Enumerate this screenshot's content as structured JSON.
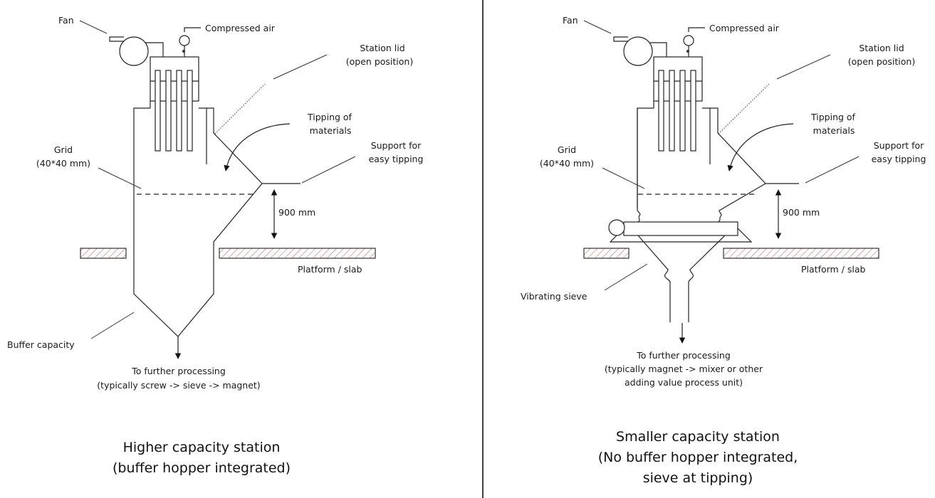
{
  "diagram": {
    "title": "Tipping station comparison",
    "colors": {
      "line": "#222222",
      "hatch": "#c0504d",
      "divider": "#000000"
    },
    "left_station": {
      "caption_line1": "Higher capacity station",
      "caption_line2": "(buffer hopper integrated)",
      "labels": {
        "fan": "Fan",
        "compressed_air": "Compressed air",
        "station_lid_1": "Station lid",
        "station_lid_2": "(open position)",
        "tipping_1": "Tipping of",
        "tipping_2": "materials",
        "support_1": "Support for",
        "support_2": "easy tipping",
        "grid_1": "Grid",
        "grid_2": "(40*40 mm)",
        "height": "900 mm",
        "platform": "Platform / slab",
        "buffer": "Buffer capacity",
        "output_1": "To further processing",
        "output_2": "(typically screw -> sieve -> magnet)"
      }
    },
    "right_station": {
      "caption_line1": "Smaller capacity station",
      "caption_line2": "(No buffer hopper integrated,",
      "caption_line3": "sieve at tipping)",
      "labels": {
        "fan": "Fan",
        "compressed_air": "Compressed air",
        "station_lid_1": "Station lid",
        "station_lid_2": "(open position)",
        "tipping_1": "Tipping of",
        "tipping_2": "materials",
        "support_1": "Support for",
        "support_2": "easy tipping",
        "grid_1": "Grid",
        "grid_2": "(40*40 mm)",
        "height": "900 mm",
        "platform": "Platform / slab",
        "sieve": "Vibrating sieve",
        "output_1": "To further processing",
        "output_2": "(typically magnet -> mixer or other",
        "output_3": "adding value process unit)"
      }
    }
  }
}
